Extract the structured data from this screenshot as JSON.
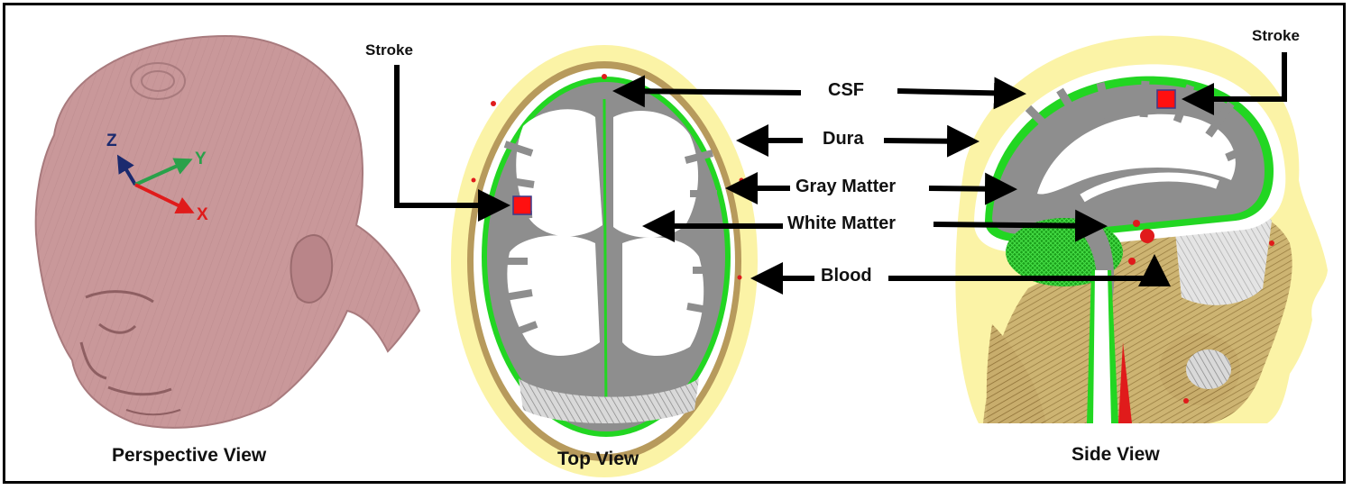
{
  "captions": {
    "perspective": "Perspective View",
    "top": "Top View",
    "side": "Side View"
  },
  "labels": {
    "stroke_left": "Stroke",
    "stroke_right": "Stroke",
    "csf": "CSF",
    "dura": "Dura",
    "gray_matter": "Gray Matter",
    "white_matter": "White Matter",
    "blood": "Blood"
  },
  "axes": {
    "z": "Z",
    "y": "Y",
    "x": "X"
  },
  "colors": {
    "skin": "#c9989a",
    "skin_dark": "#a87a7d",
    "scalp_yellow": "#fbf3a6",
    "bone_brown": "#b79a5c",
    "gray_matter": "#8e8e8e",
    "white_matter": "#ffffff",
    "csf_green": "#22d622",
    "blood_red": "#e01b1b",
    "stroke_marker": "#ff1010",
    "axis_z": "#1b2a6e",
    "axis_y": "#2aa14a",
    "axis_x": "#e01b1b",
    "arrow": "#000000"
  }
}
